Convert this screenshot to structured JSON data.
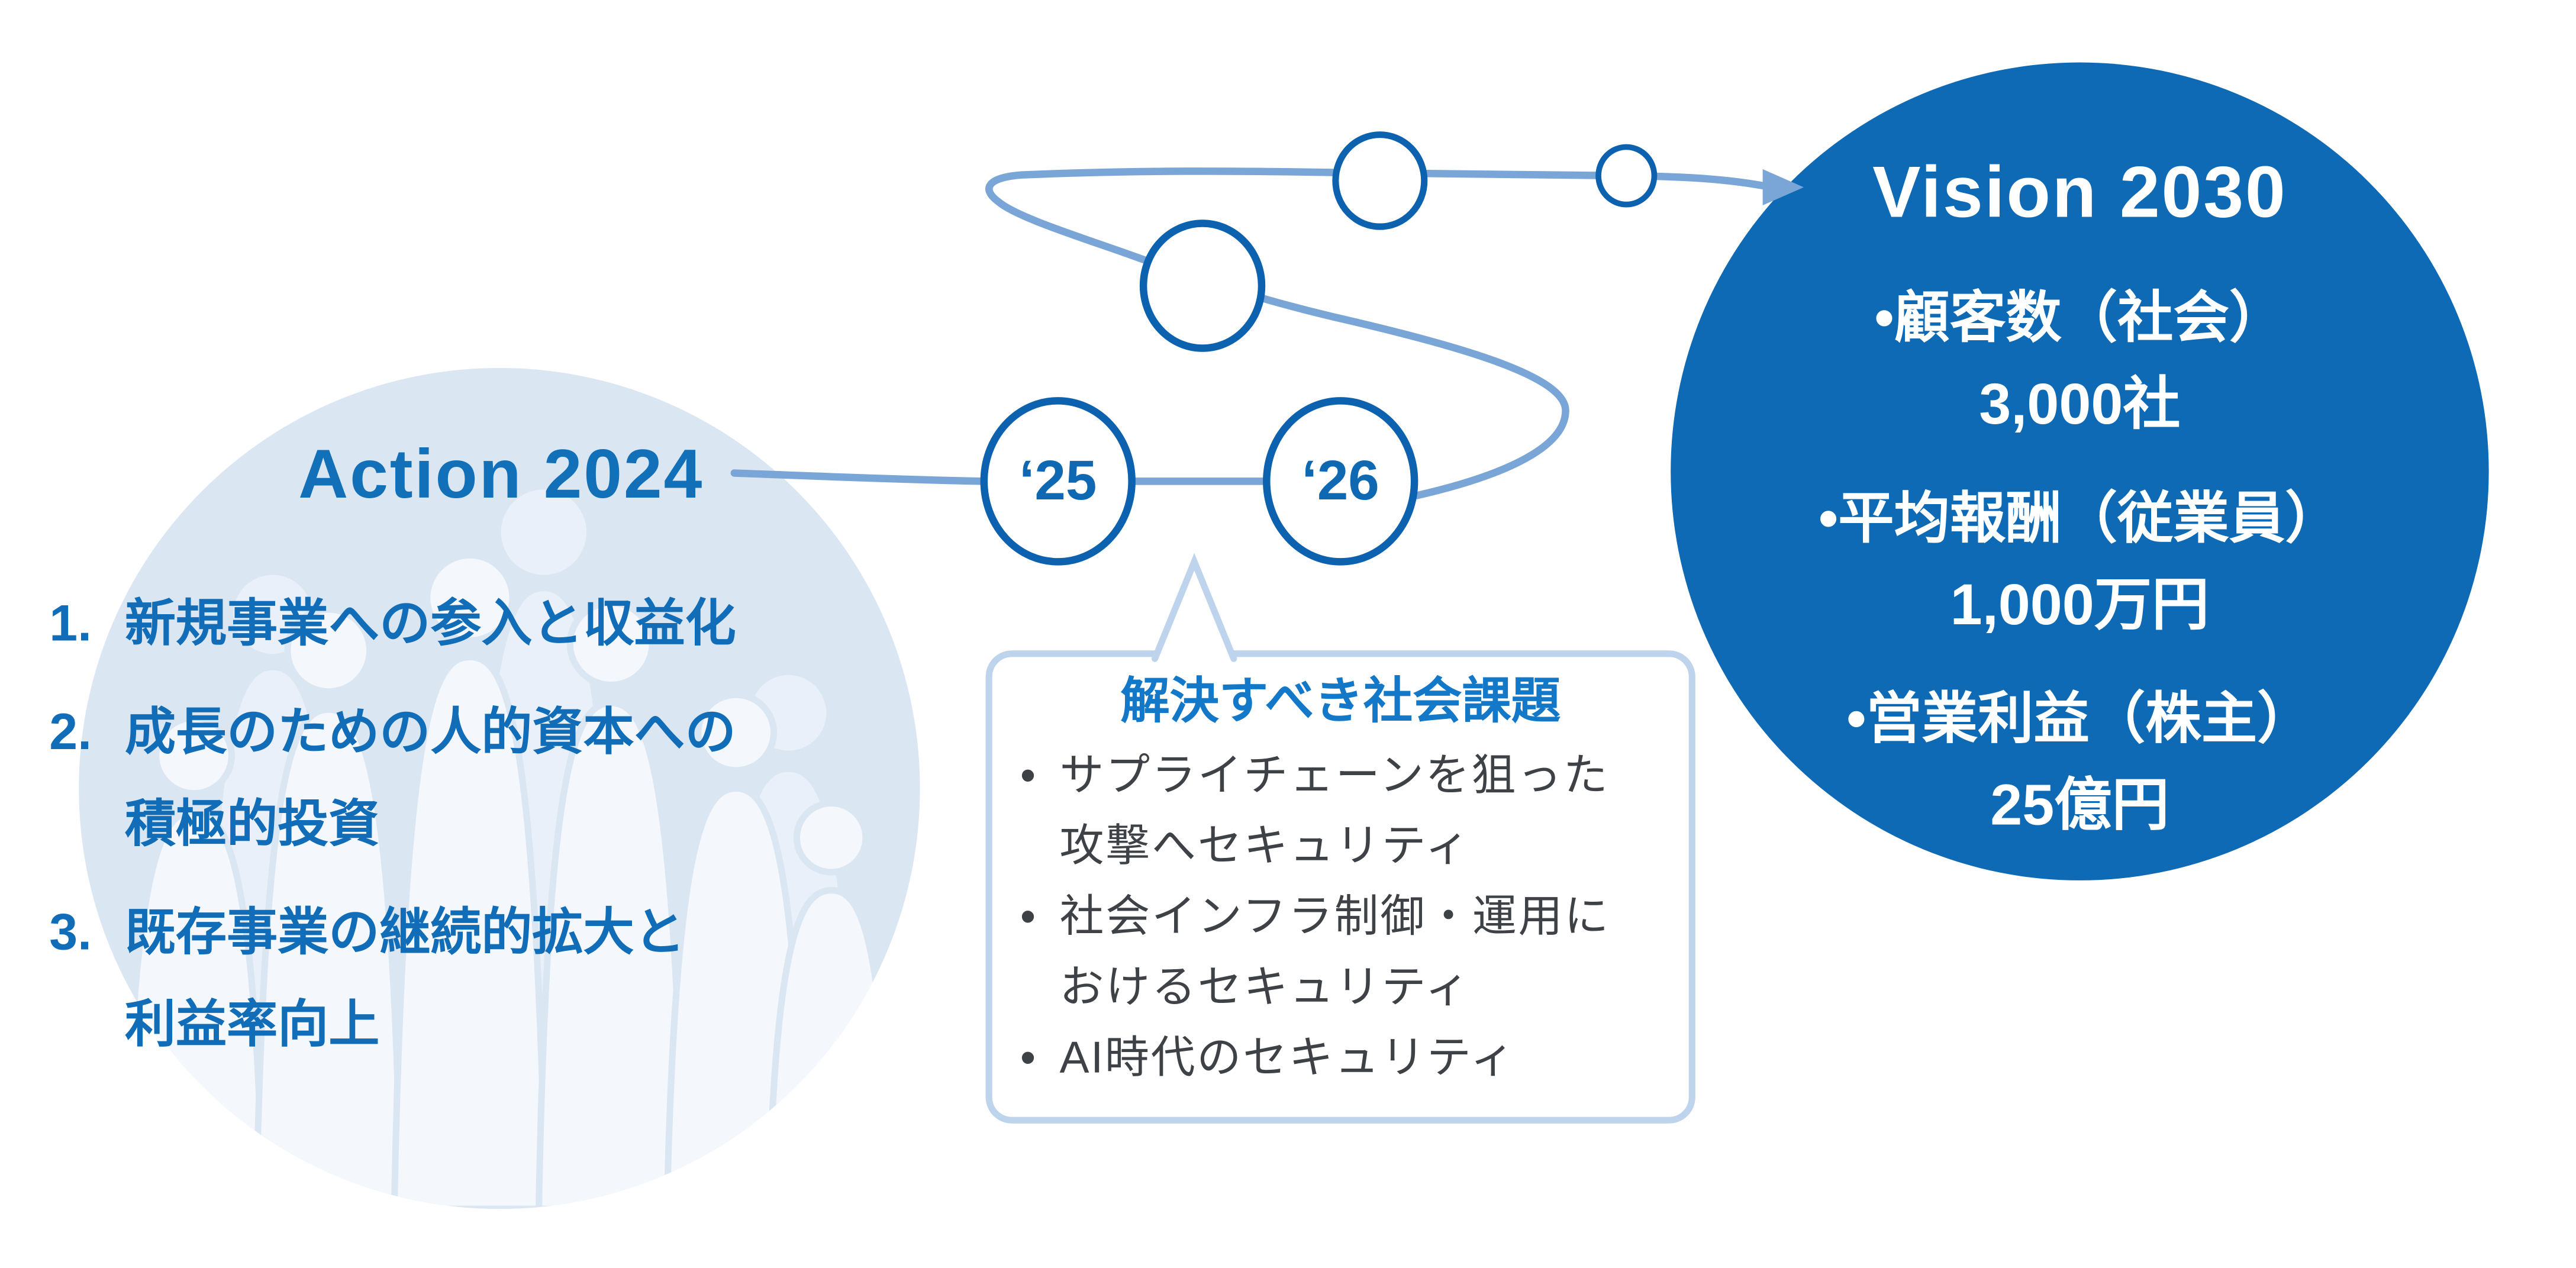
{
  "action": {
    "title": "Action 2024",
    "items": [
      {
        "num": "1.",
        "text": "新規事業への参入と収益化"
      },
      {
        "num": "2.",
        "text": "成長のための人的資本への\n積極的投資"
      },
      {
        "num": "3.",
        "text": "既存事業の継続的拡大と\n利益率向上"
      }
    ]
  },
  "timeline": {
    "milestones": [
      "‘25",
      "‘26"
    ]
  },
  "callout": {
    "title": "解決すべき社会課題",
    "bullet_glyph": "•",
    "bullets": [
      "サプライチェーンを狙った\n攻撃へセキュリティ",
      "社会インフラ制御・運用に\nおけるセキュリティ",
      "AI時代のセキュリティ"
    ]
  },
  "vision": {
    "title": "Vision 2030",
    "bullet_glyph": "•",
    "goals": [
      {
        "label": "顧客数（社会）",
        "value": "3,000社"
      },
      {
        "label": "平均報酬（従業員）",
        "value": "1,000万円"
      },
      {
        "label": "営業利益（株主）",
        "value": "25億円"
      }
    ]
  },
  "colors": {
    "vision_fill": "#0e6ab5",
    "action_fill": "#dbe6f3",
    "silhouette_front": "#f4f8fd",
    "silhouette_back": "#e9f0f9",
    "text_blue": "#116db7",
    "node_stroke": "#0c62ae",
    "curve_light_blue": "#7aa5d7",
    "callout_border": "#bed3ec",
    "callout_title_blue": "#1478c8",
    "body_gray": "#3e4247"
  }
}
